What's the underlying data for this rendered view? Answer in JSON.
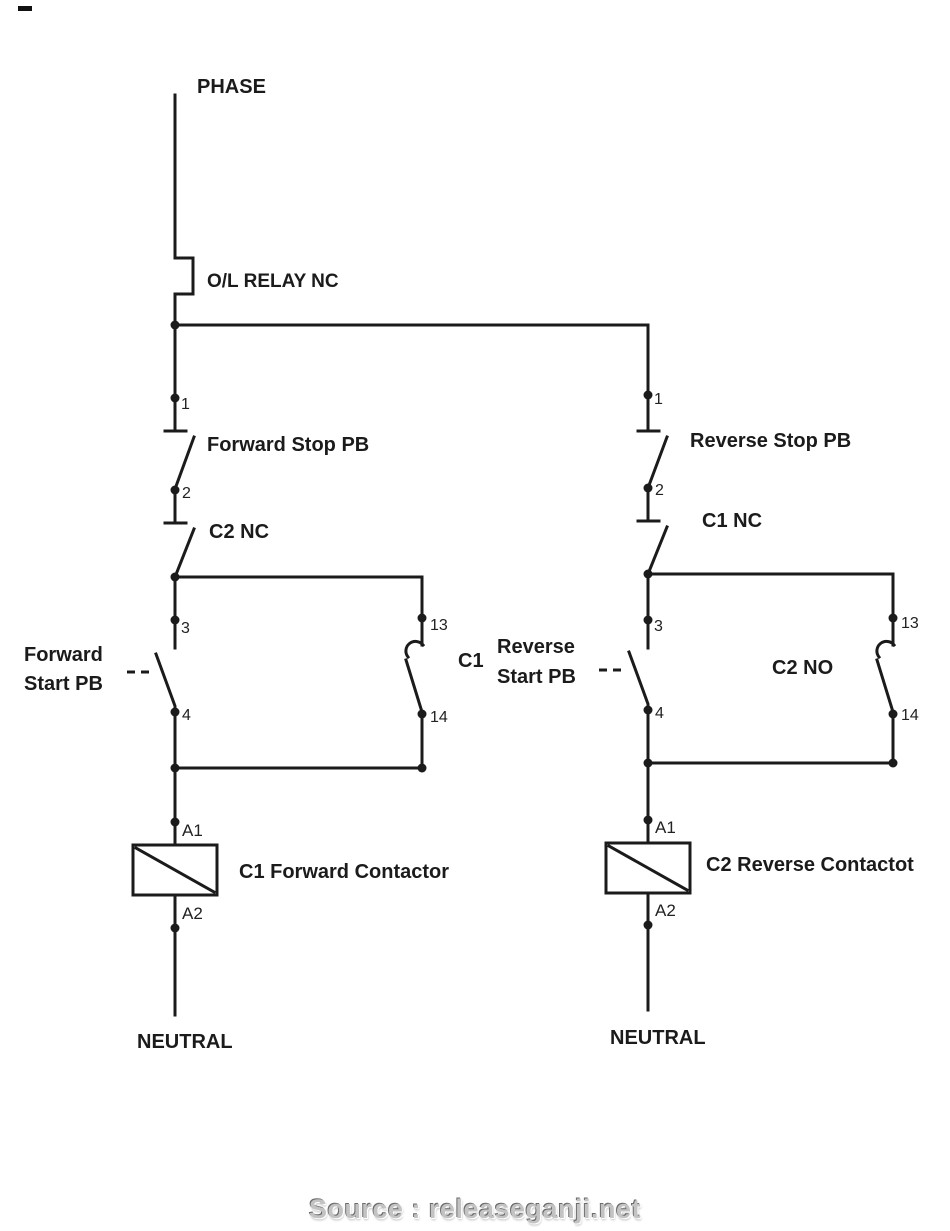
{
  "labels": {
    "phase": "PHASE",
    "ol_relay": "O/L RELAY NC"
  },
  "left_circuit": {
    "stop_pb": "Forward Stop PB",
    "interlock": "C2 NC",
    "start_pb_line1": "Forward",
    "start_pb_line2": "Start PB",
    "holding": "C1",
    "coil": "C1 Forward Contactor",
    "neutral": "NEUTRAL",
    "t1": "1",
    "t2": "2",
    "t3": "3",
    "t4": "4",
    "t13": "13",
    "t14": "14",
    "a1": "A1",
    "a2": "A2"
  },
  "right_circuit": {
    "stop_pb": "Reverse Stop PB",
    "interlock": "C1 NC",
    "start_pb_line1": "Reverse",
    "start_pb_line2": "Start PB",
    "holding": "C2 NO",
    "coil": "C2 Reverse Contactot",
    "neutral": "NEUTRAL",
    "t1": "1",
    "t2": "2",
    "t3": "3",
    "t4": "4",
    "t13": "13",
    "t14": "14",
    "a1": "A1",
    "a2": "A2"
  },
  "footer": {
    "source": "Source : releaseganji.net"
  },
  "colors": {
    "line": "#1b1b1b",
    "background": "#ffffff"
  }
}
